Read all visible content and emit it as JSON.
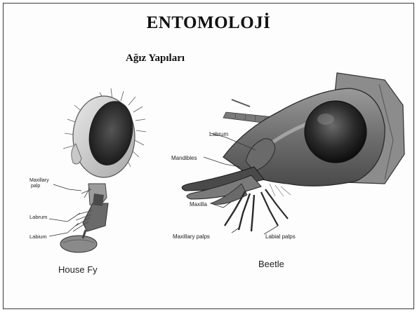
{
  "slide": {
    "title": "ENTOMOLOJİ",
    "subtitle": "Ağız Yapıları"
  },
  "housefly": {
    "caption": "House Fy",
    "labels": {
      "maxillary_palp_1": "Maxillary",
      "maxillary_palp_2": "palp",
      "labrum": "Labrum",
      "labium": "Labium"
    }
  },
  "beetle": {
    "caption": "Beetle",
    "labels": {
      "labrum": "Labrum",
      "mandibles": "Mandibles",
      "maxilla": "Maxilla",
      "maxillary_palps": "Maxillary palps",
      "labial_palps": "Labial palps"
    }
  }
}
